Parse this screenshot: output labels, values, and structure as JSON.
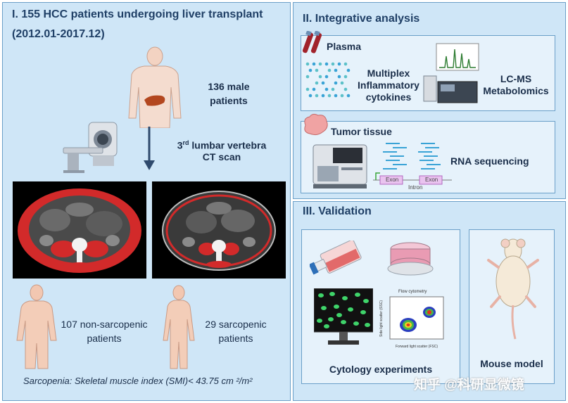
{
  "panel1": {
    "title_line1": "I. 155 HCC patients undergoing liver transplant",
    "title_line2": "(2012.01-2017.12)",
    "male_line1": "136 male",
    "male_line2": "patients",
    "ct_line1_sup": "rd",
    "ct_line1_pre": "3",
    "ct_line1_post": " lumbar vertebra",
    "ct_line2": "CT scan",
    "nonsarc_line1": "107 non-sarcopenic",
    "nonsarc_line2": "patients",
    "sarc_line1": "29 sarcopenic",
    "sarc_line2": "patients",
    "definition": "Sarcopenia: Skeletal muscle index (SMI)< 43.75 cm ²/m²"
  },
  "panel2": {
    "title": "II. Integrative analysis",
    "plasma_label": "Plasma",
    "multiplex_line1": "Multiplex",
    "multiplex_line2": "Inflammatory",
    "multiplex_line3": "cytokines",
    "lcms_line1": "LC-MS",
    "lcms_line2": "Metabolomics",
    "tumor_label": "Tumor tissue",
    "rnaseq_label": "RNA sequencing",
    "exon1": "Exon",
    "intron": "Intron",
    "exon2": "Exon"
  },
  "panel3": {
    "title": "III. Validation",
    "flow_title": "Flow cytometry",
    "flow_xlabel": "Forward light scatter (FSC)",
    "flow_ylabel": "Side light scatter (SSC)",
    "cytology_label": "Cytology experiments",
    "mouse_line1": "Mouse model"
  },
  "watermark": "知乎 @科研显微镜",
  "colors": {
    "panel_bg": "#cfe6f7",
    "sub_bg": "#e6f2fb",
    "border": "#6a9fc8",
    "muscle_red": "#d32b2b",
    "title": "#1f3f66"
  }
}
